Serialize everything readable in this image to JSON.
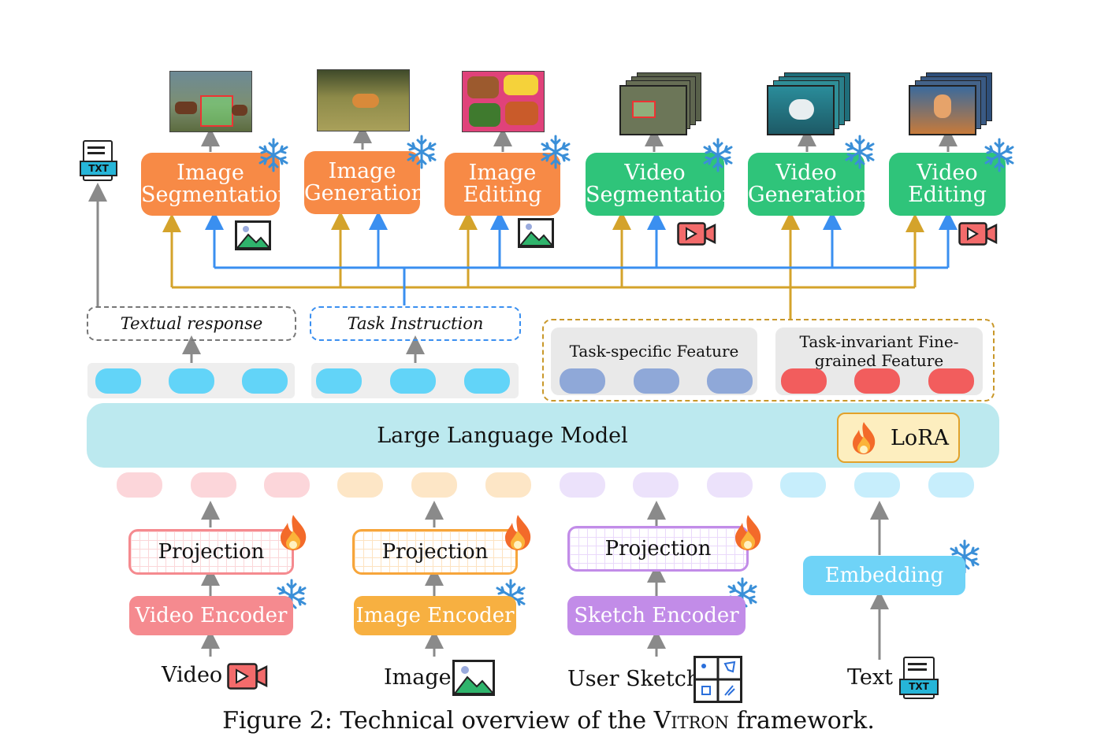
{
  "tasks": [
    {
      "id": "image-segmentation",
      "line1": "Image",
      "line2": "Segmentation",
      "color": "#f78a46"
    },
    {
      "id": "image-generation",
      "line1": "Image",
      "line2": "Generation",
      "color": "#f78a46"
    },
    {
      "id": "image-editing",
      "line1": "Image",
      "line2": "Editing",
      "color": "#f78a46"
    },
    {
      "id": "video-segmentation",
      "line1": "Video",
      "line2": "Segmentation",
      "color": "#2fc47a"
    },
    {
      "id": "video-generation",
      "line1": "Video",
      "line2": "Generation",
      "color": "#2fc47a"
    },
    {
      "id": "video-editing",
      "line1": "Video",
      "line2": "Editing",
      "color": "#2fc47a"
    }
  ],
  "output_icon_label": "TXT",
  "textual_response": "Textual response",
  "task_instruction": "Task Instruction",
  "task_specific_feature": "Task-specific Feature",
  "task_invariant_feature_line1": "Task-invariant Fine-",
  "task_invariant_feature_line2": "grained Feature",
  "llm_label": "Large Language Model",
  "lora_label": "LoRA",
  "projection_label": "Projection",
  "encoders": [
    {
      "id": "video-encoder",
      "label": "Video Encoder",
      "color": "#f58a8f"
    },
    {
      "id": "image-encoder",
      "label": "Image Encoder",
      "color": "#f7b041"
    },
    {
      "id": "sketch-encoder",
      "label": "Sketch Encoder",
      "color": "#c28ce8"
    }
  ],
  "embedding_label": "Embedding",
  "inputs": {
    "video": "Video",
    "image": "Image",
    "sketch": "User Sketch",
    "text": "Text",
    "text_icon_label": "TXT"
  },
  "caption": {
    "prefix": "Figure 2: Technical overview of the ",
    "name": "Vitron",
    "suffix": " framework."
  },
  "colors": {
    "orange_task": "#f78a46",
    "green_task": "#2fc47a",
    "gold_arrow": "#d4a32b",
    "blue_arrow": "#3a8ff0",
    "gray_arrow": "#8a8a8a",
    "llm_bg": "#bce9ef",
    "token_blue": "#62d4f8",
    "token_slate": "#8fa8d8",
    "token_red": "#f25d5d"
  }
}
